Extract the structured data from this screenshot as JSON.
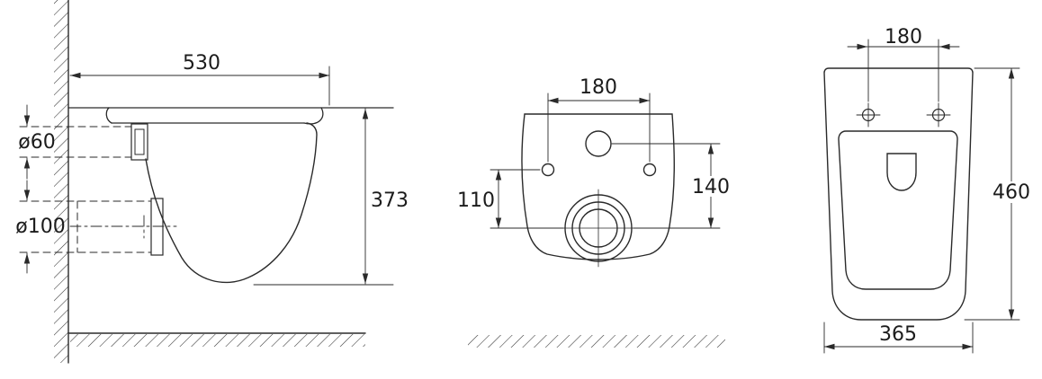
{
  "drawing": {
    "side_view": {
      "depth": "530",
      "inlet_diameter": "ø60",
      "outlet_diameter": "ø100",
      "height": "373"
    },
    "rear_view": {
      "hole_spacing": "180",
      "holes_to_outlet": "110",
      "inlet_to_outlet": "140"
    },
    "top_view": {
      "bolt_spacing": "180",
      "depth": "460",
      "width": "365"
    }
  }
}
